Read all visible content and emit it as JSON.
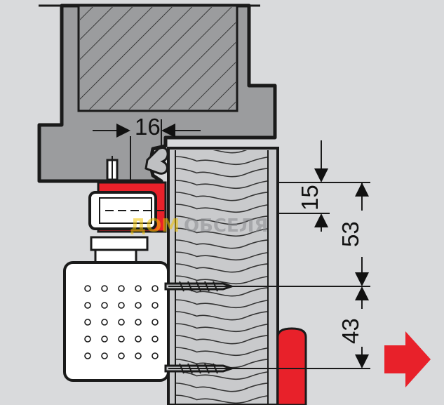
{
  "dimensions": {
    "frame_gap": "16",
    "rail_offset": "15",
    "total_height": "53",
    "screw_spacing": "43"
  },
  "watermark": {
    "text_left": "ДОМ",
    "text_right": "ОБСЕЛЯ"
  },
  "colors": {
    "background": "#d9dadc",
    "frame": "#9b9c9e",
    "outline": "#1a1a1a",
    "accent_red": "#e8212a",
    "door_wood": "#c9cacc",
    "closer_body": "#ffffff"
  },
  "icons": {
    "direction_arrow": "arrow-right-icon"
  }
}
